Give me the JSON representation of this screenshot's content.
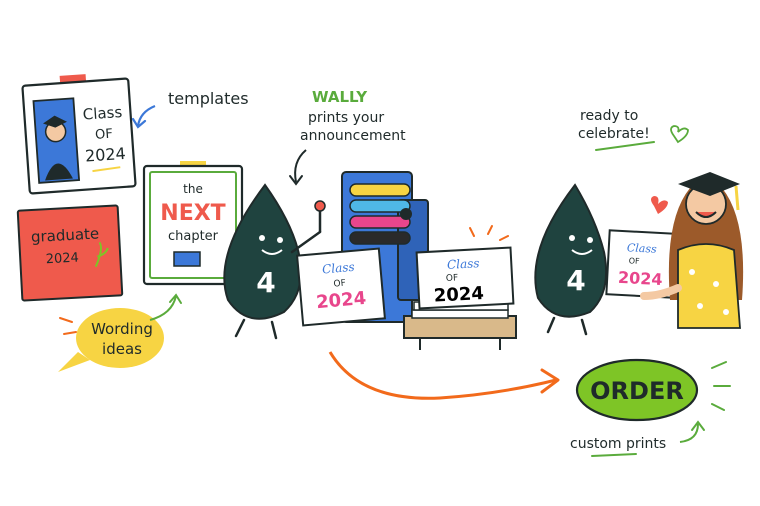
{
  "poster": {
    "line1": "Class",
    "line2": "OF",
    "line3": "2024"
  },
  "labels": {
    "templates": "templates",
    "wally": "WALLY",
    "wally_line2": "prints your",
    "wally_line3": "announcement",
    "ready_line1": "ready to",
    "ready_line2": "celebrate!",
    "wording_line1": "Wording",
    "wording_line2": "ideas",
    "custom_prints": "custom prints"
  },
  "graduate_card": {
    "line1": "graduate",
    "line2": "2024"
  },
  "next_card": {
    "line1": "the",
    "line2": "NEXT",
    "line3": "chapter"
  },
  "mascot": {
    "number": "4"
  },
  "order_button": {
    "label": "ORDER"
  },
  "colors": {
    "ink": "#1f2a2a",
    "mascot": "#1f433f",
    "order_green": "#7ec526",
    "arrow_orange": "#f26a1b",
    "wording_yellow": "#f7d443",
    "graduate_red": "#ef5a4c",
    "press_blue": "#3c78d8",
    "accent_green": "#5aab3c"
  }
}
